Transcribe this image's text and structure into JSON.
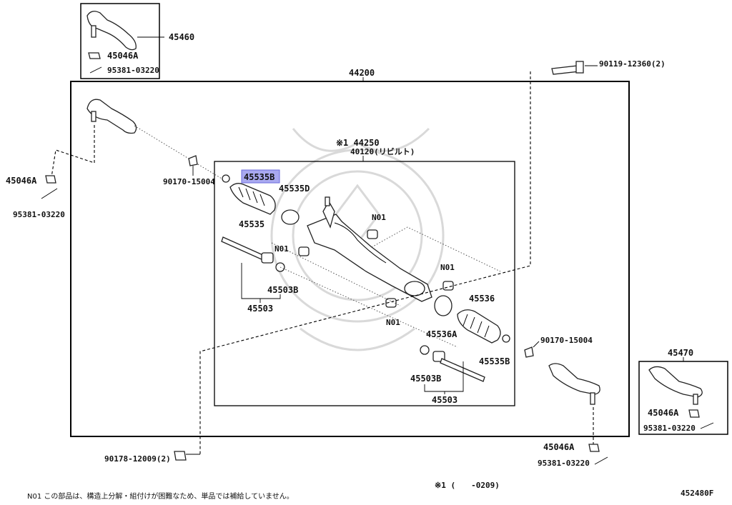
{
  "labels": {
    "tie_rod_end_lh_kit": "45460",
    "nut_top_kit": "45046A",
    "cotter_pin_top_kit": "95381-03220",
    "gear_assy": "44200",
    "bolt_top_right": "90119-12360(2)",
    "rack_sub_assy": "※1 44250",
    "rebuilt_part": "40120(リビルト)",
    "nut_left_outside": "45046A",
    "cotter_pin_left": "95381-03220",
    "clip_left": "90170-15004",
    "boot_clamp_left_highlight": "45535B",
    "boot_clamp_d": "45535D",
    "boot_left": "45535",
    "n01_upper": "N01",
    "n01_left": "N01",
    "n01_right": "N01",
    "n01_lower": "N01",
    "ring_left": "45503B",
    "rack_end_left": "45503",
    "boot_right": "45536",
    "boot_clamp_right": "45536A",
    "clip_right": "90170-15004",
    "boot_clamp_b_right": "45535B",
    "ring_right": "45503B",
    "rack_end_right": "45503",
    "tie_rod_end_rh_kit": "45470",
    "nut_rh_kit": "45046A",
    "cotter_pin_rh_kit": "95381-03220",
    "nut_bottom_right": "45046A",
    "cotter_pin_bottom_right": "95381-03220",
    "bolt_bottom_left": "90178-12009(2)",
    "footnote_code": "※1 (　　-0209)",
    "note_n01": "N01 この部品は、構造上分解・組付けが困難なため、単品では補給していません。",
    "diagram_code": "452480F"
  },
  "highlight_color": "#a9a9f0"
}
